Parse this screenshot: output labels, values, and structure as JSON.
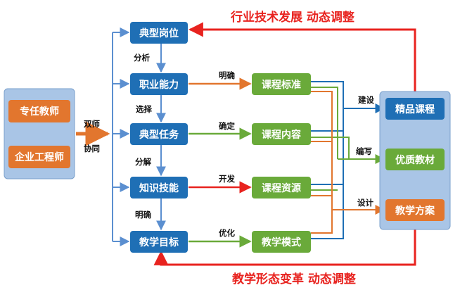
{
  "banners": {
    "top": "行业技术发展  动态调整",
    "bottom": "教学形态变革  动态调整"
  },
  "left_group": {
    "items": [
      "专任教师",
      "企业工程师"
    ]
  },
  "double_teacher": {
    "line1": "双师",
    "line2": "协同"
  },
  "center_column": [
    "典型岗位",
    "职业能力",
    "典型任务",
    "知识技能",
    "教学目标"
  ],
  "center_links": [
    "分析",
    "选择",
    "分解",
    "明确"
  ],
  "course_column": [
    "课程标准",
    "课程内容",
    "课程资源",
    "教学模式"
  ],
  "course_links": [
    "明确",
    "确定",
    "开发",
    "优化"
  ],
  "right_group": {
    "items": [
      "精品课程",
      "优质教材",
      "教学方案"
    ],
    "labels": [
      "建设",
      "编写",
      "设计"
    ]
  },
  "colors": {
    "blue": "#1f6fb5",
    "green": "#6aaa3a",
    "orange": "#e2762e",
    "red": "#e8231f",
    "panel": "#a9c5e6",
    "arrow_blue": "#5b8fd0"
  }
}
